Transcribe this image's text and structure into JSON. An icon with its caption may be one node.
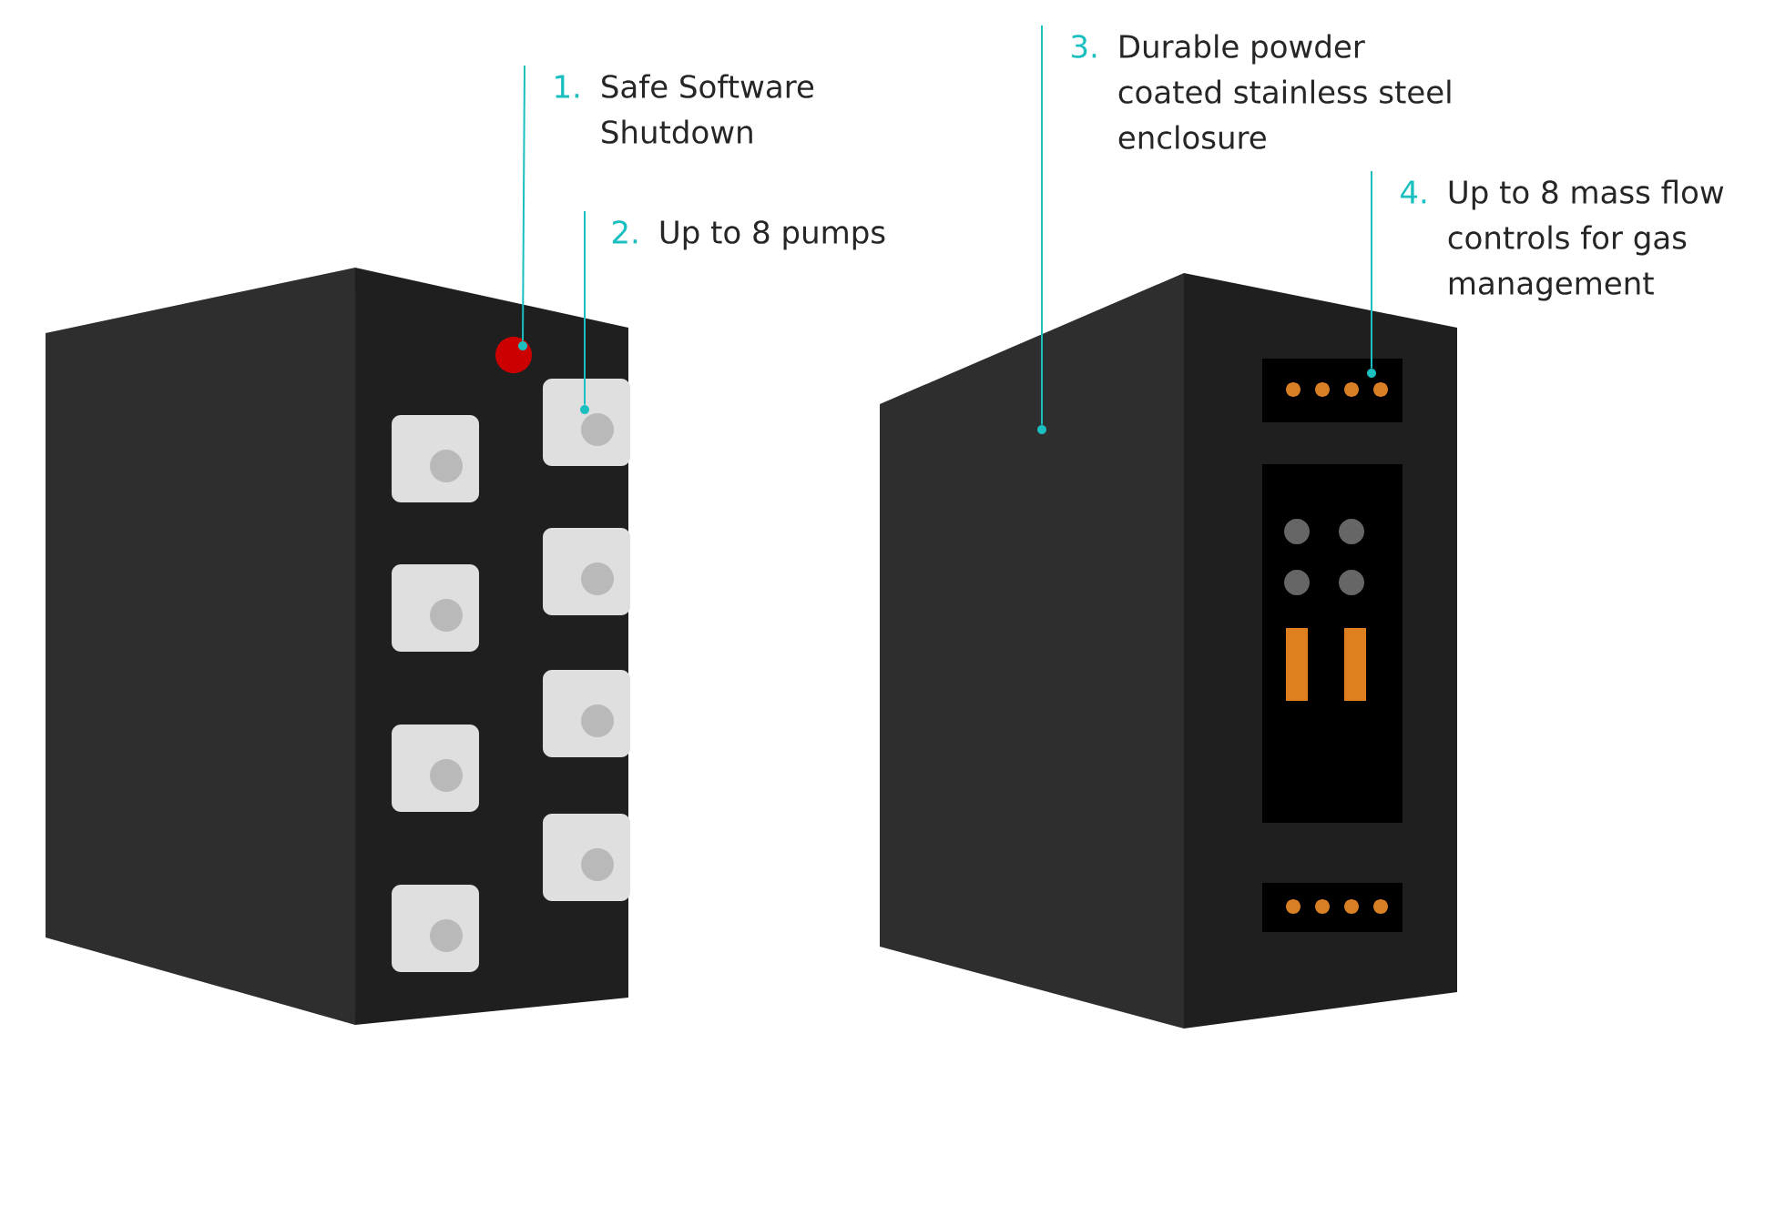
{
  "diagram": {
    "nodes": [
      {
        "text": [
          "1.",
          "Safe Software Shutdown"
        ]
      },
      {
        "text": [
          "2.",
          "Up to 8 pumps"
        ]
      },
      {
        "text": [
          "3.",
          "Durable powder coated stainless steel enclosure"
        ]
      },
      {
        "text": [
          "4.",
          "Up to 8 mass flow controls for gas management"
        ]
      },
      {
        "text": [],
        "shape": "circle"
      },
      {
        "text": [],
        "shape": "circle"
      },
      {
        "text": [],
        "shape": "circle"
      },
      {
        "text": [],
        "shape": "circle"
      }
    ],
    "edges": [
      {
        "from": 0,
        "to": 4,
        "arrow": "none"
      },
      {
        "from": 1,
        "to": 5,
        "arrow": "none"
      },
      {
        "from": 2,
        "to": 6,
        "arrow": "none"
      },
      {
        "from": 3,
        "to": 7,
        "arrow": "none"
      }
    ]
  }
}
